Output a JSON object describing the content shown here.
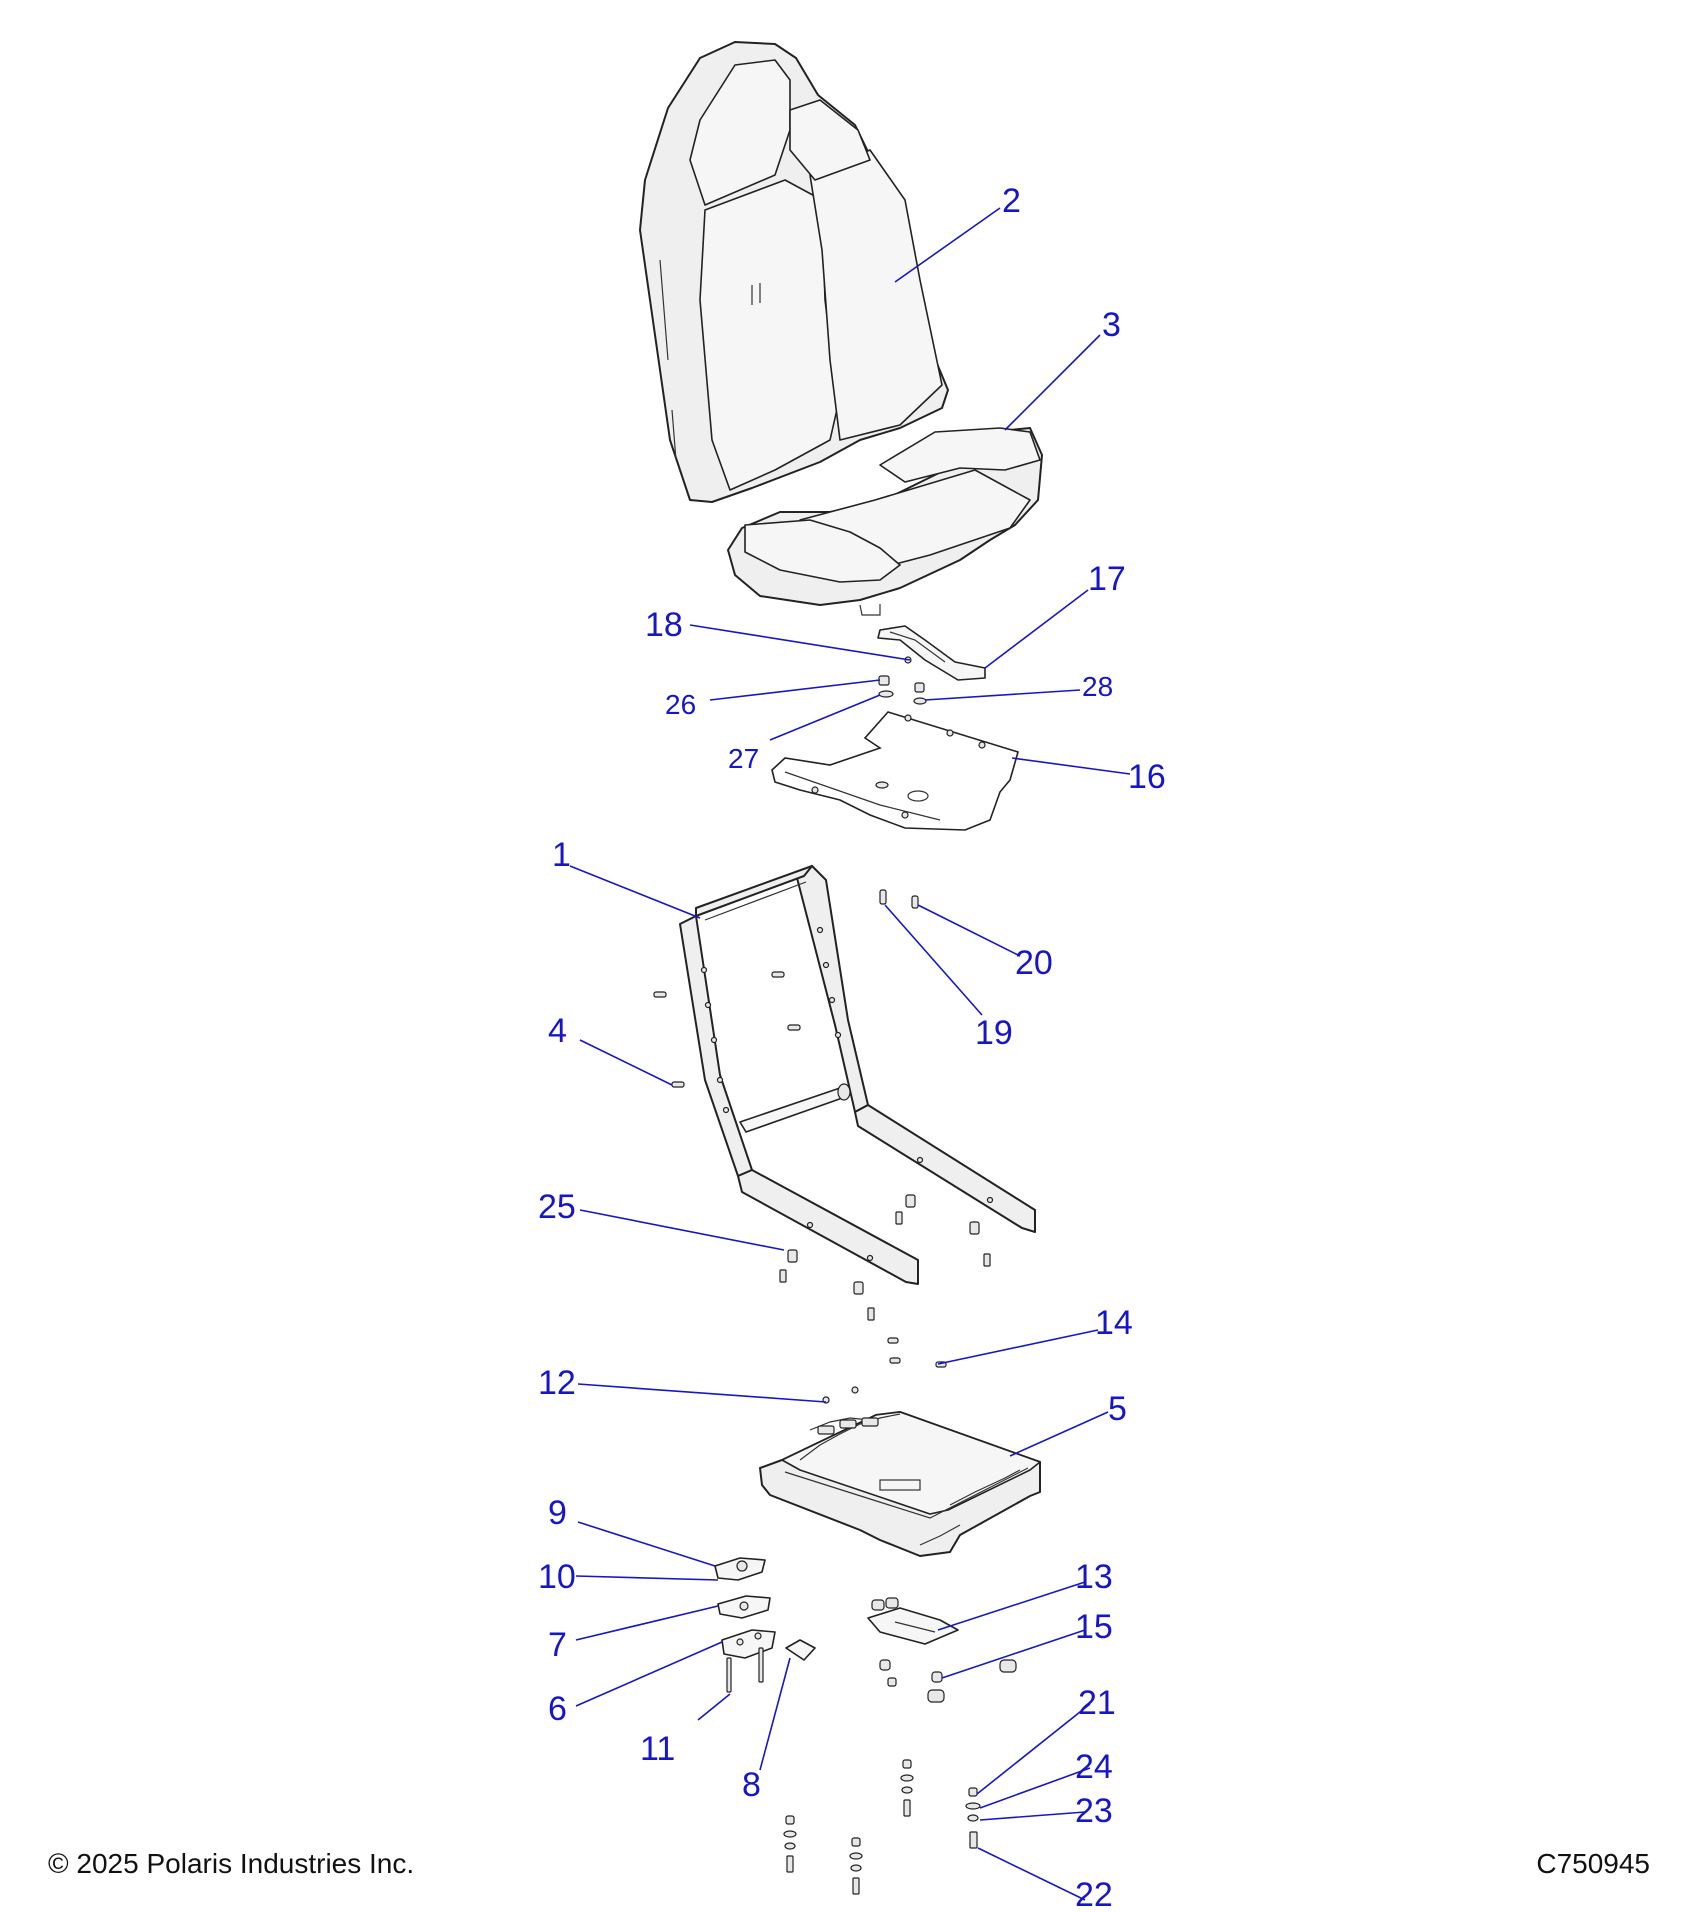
{
  "footer": {
    "copyright": "© 2025 Polaris Industries Inc.",
    "drawing_number": "C750945"
  },
  "callouts": {
    "c1": "1",
    "c2": "2",
    "c3": "3",
    "c4": "4",
    "c5": "5",
    "c6": "6",
    "c7": "7",
    "c8": "8",
    "c9": "9",
    "c10": "10",
    "c11": "11",
    "c12": "12",
    "c13": "13",
    "c14": "14",
    "c15": "15",
    "c16": "16",
    "c17": "17",
    "c18": "18",
    "c19": "19",
    "c20": "20",
    "c21": "21",
    "c22": "22",
    "c23": "23",
    "c24": "24",
    "c25": "25",
    "c26": "26",
    "c27": "27",
    "c28": "28"
  },
  "colors": {
    "callout": "#1616c8",
    "outline": "#222222",
    "part_fill": "#efefef"
  }
}
